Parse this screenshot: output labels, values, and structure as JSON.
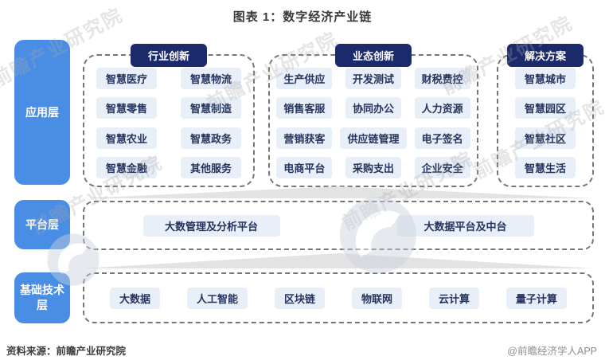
{
  "title": "图表 1：数字经济产业链",
  "watermark": "前瞻产业研究院",
  "layers": {
    "application": "应用层",
    "platform": "平台层",
    "foundation": "基础技术层"
  },
  "groups": [
    {
      "header": "行业创新",
      "items": [
        "智慧医疗",
        "智慧物流",
        "智慧零售",
        "智慧制造",
        "智慧农业",
        "智慧政务",
        "智慧金融",
        "其他服务"
      ]
    },
    {
      "header": "业态创新",
      "items": [
        "生产供应",
        "开发测试",
        "财税费控",
        "销售客服",
        "协同办公",
        "人力资源",
        "营销获客",
        "供应链管理",
        "电子签名",
        "电商平台",
        "采购支出",
        "企业安全"
      ]
    },
    {
      "header": "解决方案",
      "items": [
        "智慧城市",
        "智慧园区",
        "智慧社区",
        "智慧生活"
      ]
    }
  ],
  "platform_items": [
    "大数管理及分析平台",
    "大数据平台及中台"
  ],
  "foundation_items": [
    "大数据",
    "人工智能",
    "区块链",
    "物联网",
    "云计算",
    "量子计算"
  ],
  "footer": {
    "source": "资料来源：前瞻产业研究院",
    "credit": "@前瞻经济学人APP"
  },
  "colors": {
    "layer_blue": "#4a8de4",
    "header_navy": "#1a2a6b",
    "pill_bg": "#e9eff8",
    "pill_text": "#25335f",
    "dashed_border": "#767676",
    "triangle_gray": "#dcdcdc"
  }
}
